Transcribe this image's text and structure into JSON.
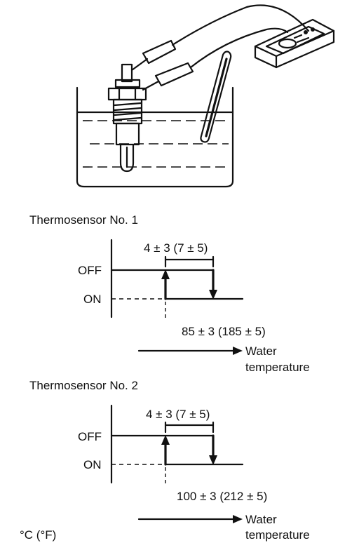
{
  "sensor1": {
    "title": "Thermosensor No. 1",
    "hysteresis": "4 ± 3 (7 ± 5)",
    "off_label": "OFF",
    "on_label": "ON",
    "setpoint": "85 ± 3 (185 ± 5)",
    "axis_label_1": "Water",
    "axis_label_2": "temperature"
  },
  "sensor2": {
    "title": "Thermosensor No. 2",
    "hysteresis": "4 ± 3 (7 ± 5)",
    "off_label": "OFF",
    "on_label": "ON",
    "setpoint": "100 ± 3 (212 ± 5)",
    "axis_label_1": "Water",
    "axis_label_2": "temperature"
  },
  "units": "°C (°F)"
}
